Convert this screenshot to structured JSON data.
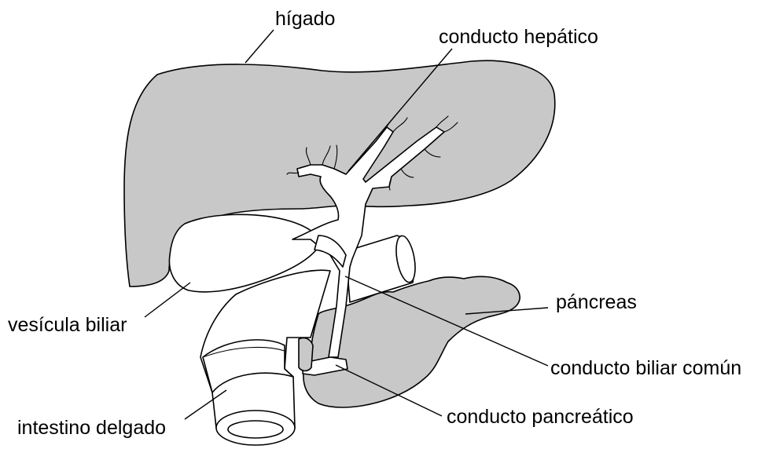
{
  "labels": {
    "liver": "hígado",
    "hepatic_duct": "conducto hepático",
    "pancreas": "páncreas",
    "gallbladder": "vesícula biliar",
    "common_bile_duct": "conducto biliar común",
    "small_intestine": "intestino delgado",
    "pancreatic_duct": "conducto pancreático"
  },
  "colors": {
    "organ_fill": "#c8c8c8",
    "outline": "#000000",
    "background": "#ffffff"
  }
}
